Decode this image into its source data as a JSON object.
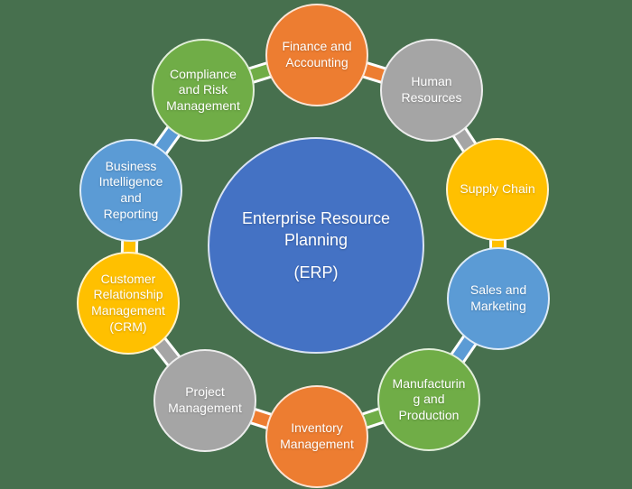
{
  "background_color": "#47704e",
  "diagram": {
    "center": {
      "label": "Enterprise Resource Planning (ERP)",
      "label_lines": [
        "Enterprise Resource",
        "Planning"
      ],
      "sub_label": "(ERP)",
      "color": "#4472c4"
    },
    "nodes": [
      {
        "label": "Finance and Accounting",
        "label_lines": [
          "Finance and",
          "Accounting"
        ],
        "color": "#ed7d31"
      },
      {
        "label": "Human Resources",
        "label_lines": [
          "Human",
          "Resources"
        ],
        "color": "#a5a5a5"
      },
      {
        "label": "Supply Chain",
        "label_lines": [
          "Supply Chain"
        ],
        "color": "#ffc000"
      },
      {
        "label": "Sales and Marketing",
        "label_lines": [
          "Sales and",
          "Marketing"
        ],
        "color": "#5b9bd5"
      },
      {
        "label": "Manufacturing and Production",
        "label_lines": [
          "Manufacturin",
          "g and",
          "Production"
        ],
        "color": "#70ad47"
      },
      {
        "label": "Inventory Management",
        "label_lines": [
          "Inventory",
          "Management"
        ],
        "color": "#ed7d31"
      },
      {
        "label": "Project Management",
        "label_lines": [
          "Project",
          "Management"
        ],
        "color": "#a5a5a5"
      },
      {
        "label": "Customer Relationship Management (CRM)",
        "label_lines": [
          "Customer",
          "Relationship",
          "Management",
          "(CRM)"
        ],
        "color": "#ffc000"
      },
      {
        "label": "Business Intelligence and Reporting",
        "label_lines": [
          "Business",
          "Intelligence",
          "and",
          "Reporting"
        ],
        "color": "#5b9bd5"
      },
      {
        "label": "Compliance and Risk Management",
        "label_lines": [
          "Compliance",
          "and Risk",
          "Management"
        ],
        "color": "#70ad47"
      }
    ],
    "connector_casing_color": "#ffffff"
  }
}
